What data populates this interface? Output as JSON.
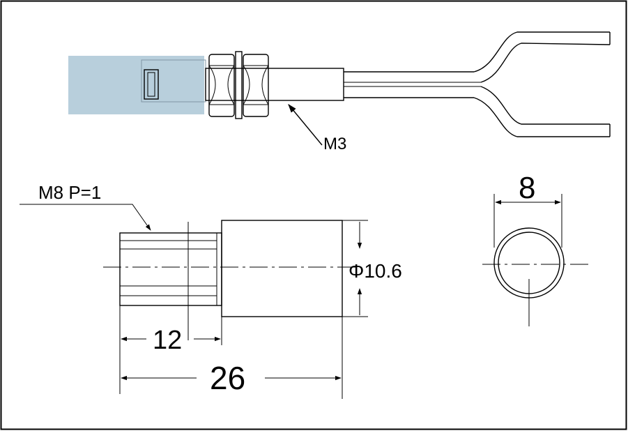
{
  "labels": {
    "m3": "M3",
    "thread": "M8 P=1",
    "diameter": "Φ10.6",
    "dim_12": "12",
    "dim_26": "26",
    "dim_8": "8"
  },
  "colors": {
    "cap_fill": "#b8cfdc",
    "line": "#000000",
    "background": "#ffffff"
  }
}
